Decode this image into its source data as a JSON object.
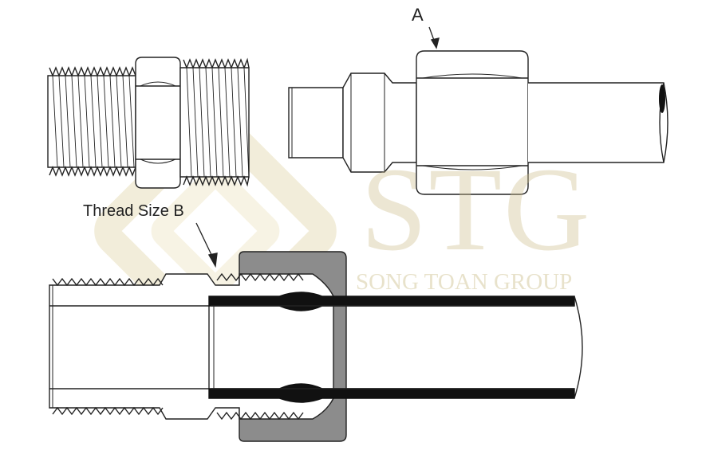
{
  "labels": {
    "callout_a": "A",
    "callout_b": "Thread Size B"
  },
  "watermark": {
    "brand": "STG",
    "company": "SONG TOAN GROUP",
    "color": "#cdbe8c"
  },
  "colors": {
    "line": "#222222",
    "tube_wall": "#111111",
    "nut_fill": "#8c8c8c"
  }
}
